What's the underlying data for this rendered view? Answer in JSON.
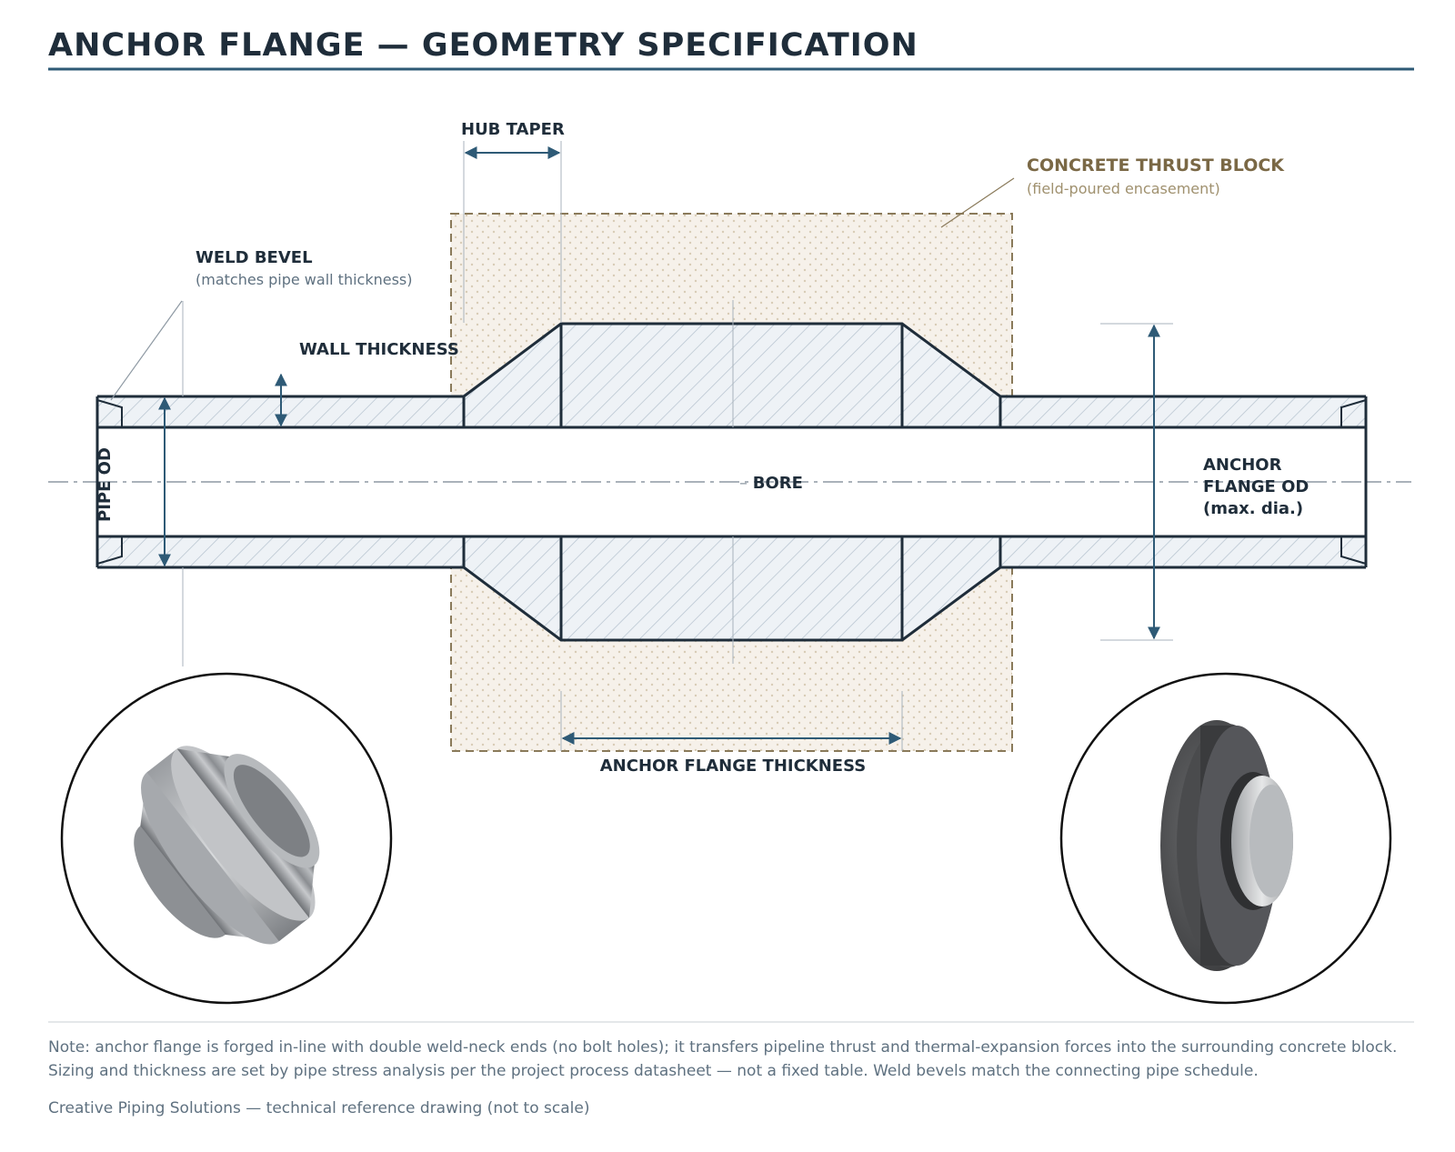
{
  "title": "ANCHOR FLANGE — GEOMETRY SPECIFICATION",
  "colors": {
    "ink": "#1f2d3a",
    "dimension": "#2e5a76",
    "steel_fill": "#eef2f6",
    "hatch": "#b4c1cd",
    "concrete": "#f6f1ea",
    "concrete_border": "#8a7a5a",
    "concrete_text": "#7a6845",
    "note_text": "#5f7180"
  },
  "labels": {
    "hub_taper": "HUB TAPER",
    "concrete_block": "CONCRETE THRUST BLOCK",
    "concrete_block_sub": "(field-poured encasement)",
    "weld_bevel": "WELD BEVEL",
    "weld_bevel_sub": "(matches pipe wall thickness)",
    "wall_thickness": "WALL THICKNESS",
    "pipe_od": "PIPE OD",
    "bore": "BORE",
    "anchor_od_line1": "ANCHOR",
    "anchor_od_line2": "FLANGE OD",
    "anchor_od_line3": "(max. dia.)",
    "flange_thickness": "ANCHOR FLANGE THICKNESS"
  },
  "photos": {
    "left": "machined-steel-anchor-flange-photo",
    "right": "coated-dark-anchor-flange-photo"
  },
  "notes": {
    "line1": "Note: anchor flange is forged in-line with double weld-neck ends (no bolt holes); it transfers pipeline thrust and thermal-expansion forces into the surrounding concrete block.",
    "line2": "Sizing and thickness are set by pipe stress analysis per the project process datasheet — not a fixed table. Weld bevels match the connecting pipe schedule.",
    "credit": "Creative Piping Solutions — technical reference drawing (not to scale)"
  }
}
